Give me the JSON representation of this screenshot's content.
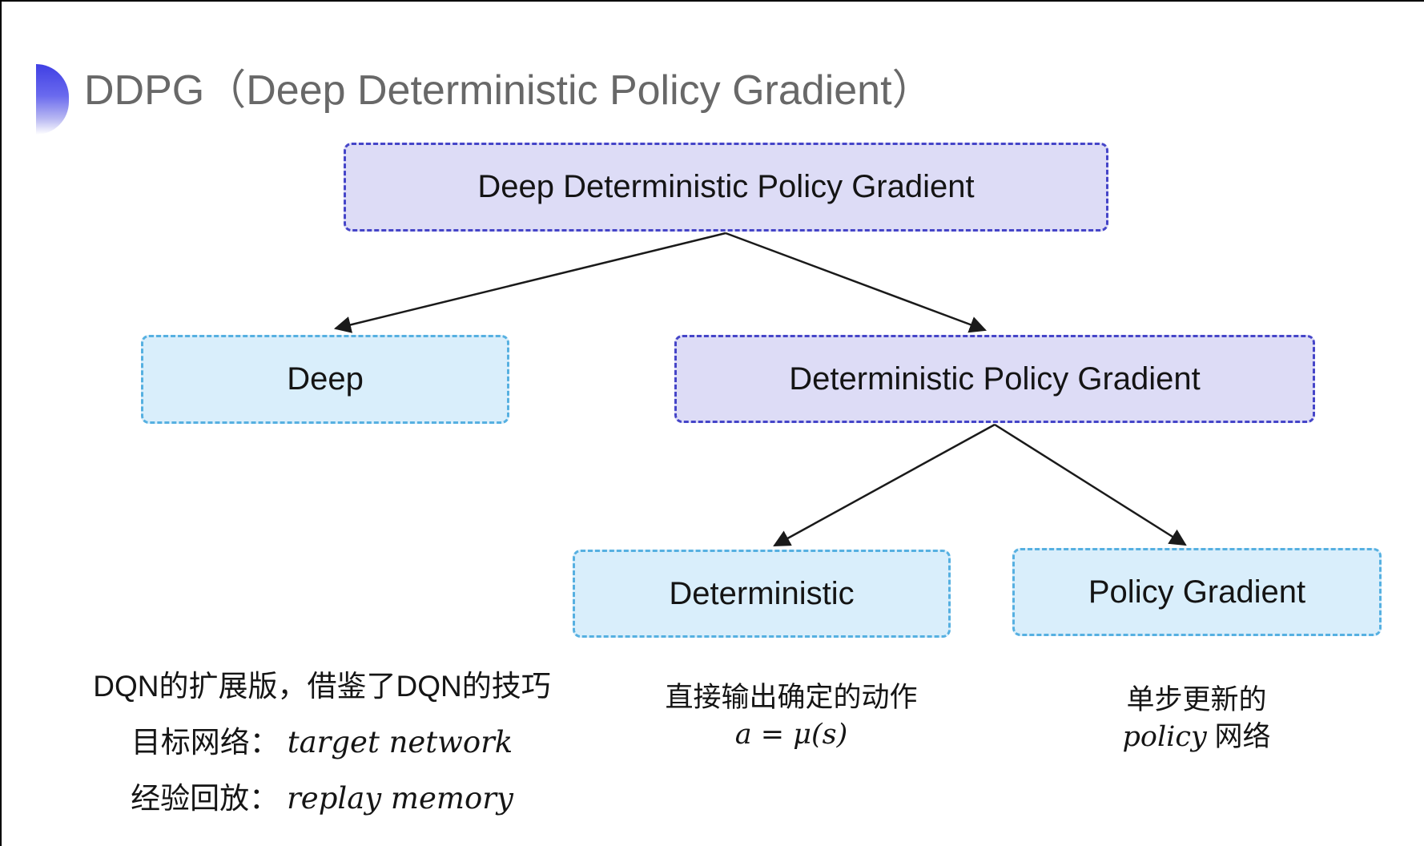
{
  "header": {
    "title": "DDPG（Deep Deterministic Policy Gradient）",
    "title_color": "#686868",
    "bullet_icon": "half-circle-gradient-icon",
    "accent_color": "#3f3fe4"
  },
  "diagram": {
    "nodes": [
      {
        "id": "ddpg",
        "label": "Deep Deterministic Policy Gradient",
        "variant": "purple"
      },
      {
        "id": "deep",
        "label": "Deep",
        "variant": "cyan"
      },
      {
        "id": "dpg",
        "label": "Deterministic Policy Gradient",
        "variant": "purple"
      },
      {
        "id": "deterministic",
        "label": "Deterministic",
        "variant": "cyan"
      },
      {
        "id": "policy-gradient",
        "label": "Policy Gradient",
        "variant": "cyan"
      }
    ],
    "edges": [
      {
        "from": "ddpg",
        "to": "deep"
      },
      {
        "from": "ddpg",
        "to": "dpg"
      },
      {
        "from": "dpg",
        "to": "deterministic"
      },
      {
        "from": "dpg",
        "to": "policy-gradient"
      }
    ],
    "colors": {
      "purple_fill": "#dddcf6",
      "purple_border": "#4545c8",
      "cyan_fill": "#d9eefb",
      "cyan_border": "#56b0e1",
      "arrow": "#1a1a1a",
      "node_text": "#141414"
    }
  },
  "notes": {
    "left": {
      "line1": "DQN的扩展版，借鉴了DQN的技巧",
      "line2_label": "目标网络：",
      "line2_term": "target network",
      "line3_label": "经验回放：",
      "line3_term": "replay memory"
    },
    "middle": {
      "line1": "直接输出确定的动作",
      "formula": "a = μ(s)"
    },
    "right": {
      "line1": "单步更新的",
      "term": "policy",
      "suffix": " 网络"
    }
  }
}
